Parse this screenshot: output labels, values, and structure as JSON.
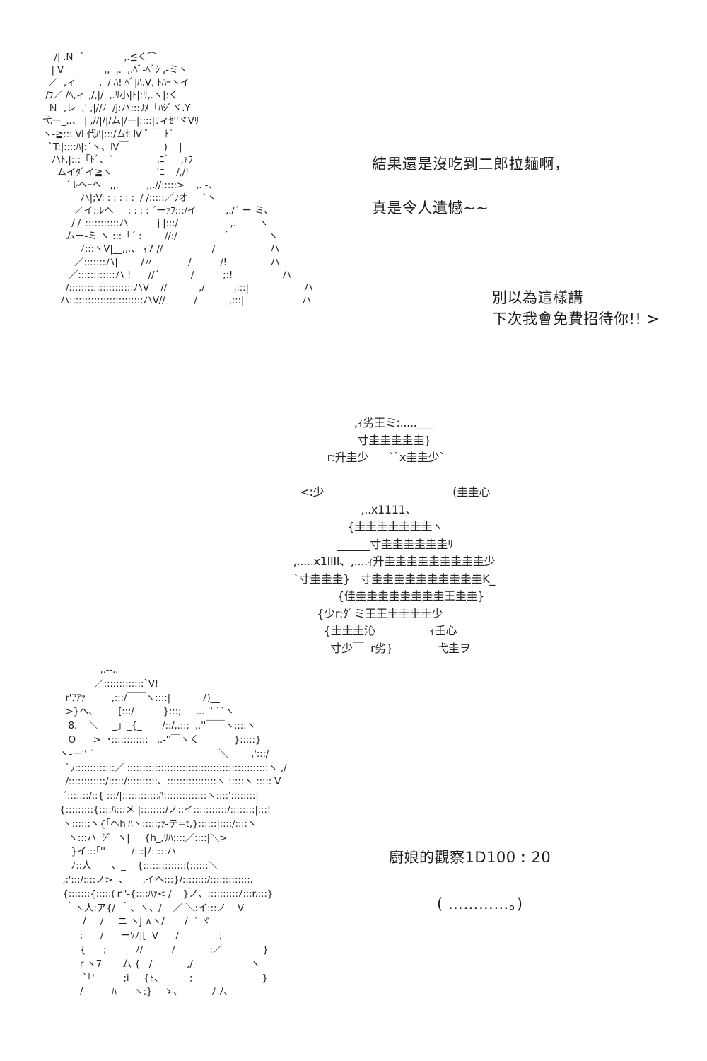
{
  "dialogue": {
    "line1": "結果還是沒吃到二郎拉麵啊，",
    "line2": "真是令人遺憾~~",
    "line3a": "別以為這樣講",
    "line3b": "下次我會免費招待你!! >",
    "line4": "廚娘的觀察1D100 : 20",
    "line5": "( …………。)"
  },
  "ascii_art": {
    "character_top": "      /| .N  ´              ,.≦く⌒\n     | V              ,,  ,.  ,.ﾍﾞ-ﾍﾞｼ ,-ミヽ\n    ／  ,ィ        ,  / ﾊ! ﾍﾞ|ﾊ.V, ﾄﾊｰヽイ\n   /ﾌ／ /ﾍ,ィ ,/,|/  ,.ﾘ小|ﾄ|:ﾘ,.ヽ|:く\n    Ｎ  ,レ  ,' ,|//ﾉ  /j:ハ:::ﾘﾒ「ﾊｼﾞヾ.Y\n  弋ー_,.、 | ,//|/|/ム|/ー|::::|ﾘィｾ''ヾVﾘ\n  ヽ-≧::: Ⅵ 代ﾊ|:::/ムｾ Ⅳ ﾞ￣  ﾄﾞ\n    `T:|::::ﾊ|:´ヽ、Ⅳ￣         ＿)    |\n     ハﾄ,|:::「ﾄﾞ、`               ,ﾆﾞ    ,ｧﾌ\n       ムイﾀﾞイ≧ヽ               ´ﾆ    /,/!\n          ´ ﾚヘｰヘ   ,,.______,,.//:::::>    ,. -、\n               ハ|;V: : : : : :  / /:::::／ﾌオ     `ヽ\n             ／イ::ﾚヘ     : : : : ´ーｧﾌ:::/イ          ,./´ ー-ミ、\n            / /_:::::::::::ハ          j |:::/                  ,.        ヽ\n          ムー-ミ ヽ :::「´ :        //:/                ´              ヽ\n               ﾉ:::ヽV|__,,.、 ｨ7 //                 /                   ハ\n             ／:::::::ハ|        /〃            /          /!               ハ\n           ／::::::::::::ハ !      //´           /          ;:!                 ハ\n          /:::::::::::::::::::::ハV    //           ,/          ,:::|                   ハ\n        ハ::::::::::::::::::::::::ハV//          /           ,:::|                    ハ",
    "noodle_pile": "                   ,ｨ劣王ミ:.....___\n                    寸圭圭圭圭圭}\n           r:升圭少      ``x圭圭少`\n\n   <:少                                      (圭圭心\n                     ,..x1111、\n                 {圭圭圭圭圭圭圭ヽ\n              ______寸圭圭圭圭圭圭ﾘ\n ,.....x1IIII、,....ｨ升圭圭圭圭圭圭圭圭圭少\n `寸圭圭圭}   寸圭圭圭圭圭圭圭圭圭圭K_\n              {佳圭圭圭圭圭圭圭圭王圭圭}\n        {少r:ﾀﾞミ王王圭圭圭圭少\n          {圭圭圭沁                ｨ壬心\n            寸少￣  r劣}             弋圭ヲ",
    "character_bottom": "                 ,.--..\n               ／:::::::::::::`V!\n     r'ｱｱｧ         ,:::/￣￣ヽ::::|           ﾉ)__\n     >}へ、       [:::/          }:::;     ,..-'' ``ヽ\n      8.    ＼     _」_{_       /::/,.::;  ,.''￣￣ヽ::::ヽ\n      О      >  ･::::::::::::   ,.-''￣ヽく            }:::::}\n   ヽ-ー'' ´                                           ＼        ,':::/\n     `ﾌ:::::::::::::／ ::::::::::::::::::::::::::::::::::::::::::::::ヽ ,/\n     /::::::::::::/:::::/::::::::::、::::::::::::::::ヽ :::::ヽ ::::: V\n    ´:::::::/::{ :::/|::::::::::::ﾊ::::::::::::::ヽ::::'::::::::|\n   {:::::::::{::::ﾊ:::メ |::::::::/ノ::イ:::::::::::/::::::::|:::!\n    ヽ::::::ヽ{「ヘh'ﾊヽ:::::;ｧ-テ=t,}::::::|::::/::::ヽ\n      ヽ:::ハ  ｼﾞ  ヽ|     {h_,ﾘﾊ::::／::::|＼>\n       }イ:::｢''         /:::|ﾉ:::::ハ\n       ﾉ::人       、_    {::::::::::::::(::::::＼\n    ,:':::/::::ノ>  、     ,イヘ:::}/::::::::/:::::::::::::.\n    {:::::::{:::::(ｒ'-{::::ﾊｧ< /    }ノ、::::::::::ﾉ:::r.:::}\n     ｀ヽ人:ア{/  ｀、ヽ、/    ／ ＼:イ:::ノ    V\n           /     /     ニ ヽJ ∧ヽ/       /  ´ ヾ\n          ;      /      ーｿﾉ|[  V      /              ;\n          {      ;          ﾉ/          /            :／              }\n          r ヽ7       ム {   /            ,/                    ヽ\n           `｢'          ;i     {ﾄ、         ;                        }\n          /          ﾊ      ヽ:}    ゝ、          ﾉ ﾉ、"
  }
}
